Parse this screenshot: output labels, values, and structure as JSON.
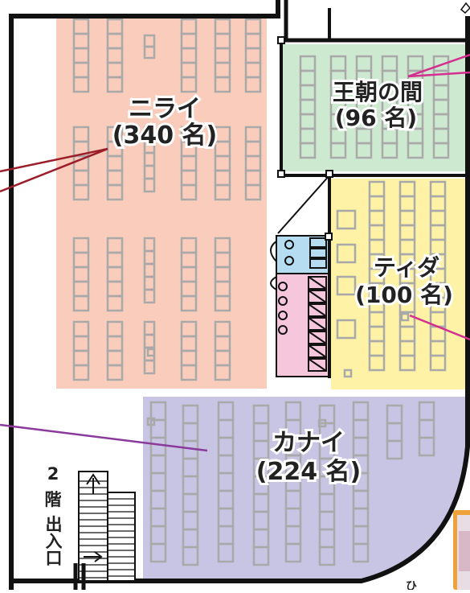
{
  "rooms": {
    "nirai": {
      "name": "ニライ",
      "capacity": "(340 名)",
      "color": "#f9ccbb"
    },
    "ouchou": {
      "name": "王朝の間",
      "capacity": "(96 名)",
      "color": "#cde9cf"
    },
    "tida": {
      "name": "ティダ",
      "capacity": "(100 名)",
      "color": "#fdf2a6"
    },
    "kanai": {
      "name": "カナイ",
      "capacity": "(224 名)",
      "color": "#c8c4e4"
    }
  },
  "restrooms": {
    "mens_color": "#b6dcf2",
    "womens_color": "#f6c6dc"
  },
  "entrance": {
    "line1": "2",
    "line2": "階",
    "line3": "出入口"
  },
  "partial_text": "ひ",
  "colors": {
    "wall": "#111111",
    "table": "#a9a9a9",
    "leader_nirai": "#9b1e2a",
    "leader_ouchou": "#d42e8e",
    "leader_tida": "#d42e8e",
    "leader_kanai": "#8a3a9b",
    "photo_frame": "#f0a23a"
  }
}
